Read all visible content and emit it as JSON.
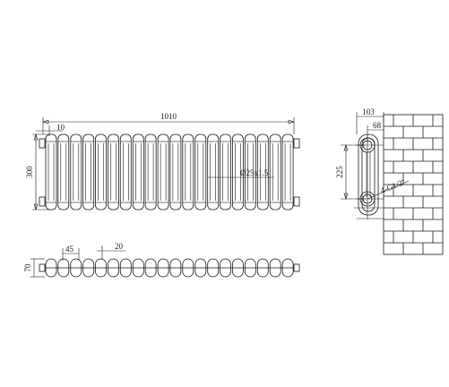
{
  "front_view": {
    "column_count": 20,
    "dim_width": "1010",
    "dim_height": "300",
    "dim_pitch": "10",
    "dim_tube": "Ø25x1.5"
  },
  "top_view": {
    "column_count": 20,
    "dim_depth": "70",
    "dim_col": "45",
    "dim_gap": "20"
  },
  "side_view": {
    "dim_depth": "103",
    "dim_offset": "68",
    "dim_centres": "225",
    "dim_thread": "4-G1/2\""
  }
}
